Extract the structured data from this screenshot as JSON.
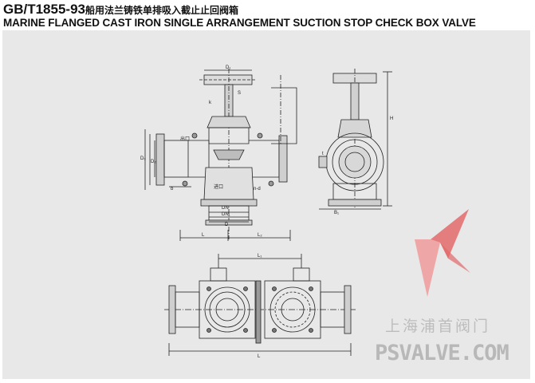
{
  "title": {
    "code": "GB/T1855-93",
    "name_cn": "船用法兰铸铁单排吸入截止止回阀箱",
    "name_en": "MARINE FLANGED CAST IRON SINGLE ARRANGEMENT SUCTION STOP CHECK BOX VALVE"
  },
  "labels": {
    "d1": "D₁",
    "d0": "D₀",
    "h": "H",
    "l": "L",
    "l1": "L₁",
    "b": "b",
    "b1": "B₁",
    "t": "t",
    "d2": "D₂",
    "d": "D",
    "dn": "DN",
    "dn1": "DN₁",
    "n_d": "n-d",
    "outlet": "出口",
    "inlet": "进口",
    "s": "S",
    "k": "k",
    "l2": "L₂"
  },
  "watermark": {
    "cn": "上海浦首阀门",
    "en": "PSVALVE.COM",
    "color": "#e36a6a"
  }
}
